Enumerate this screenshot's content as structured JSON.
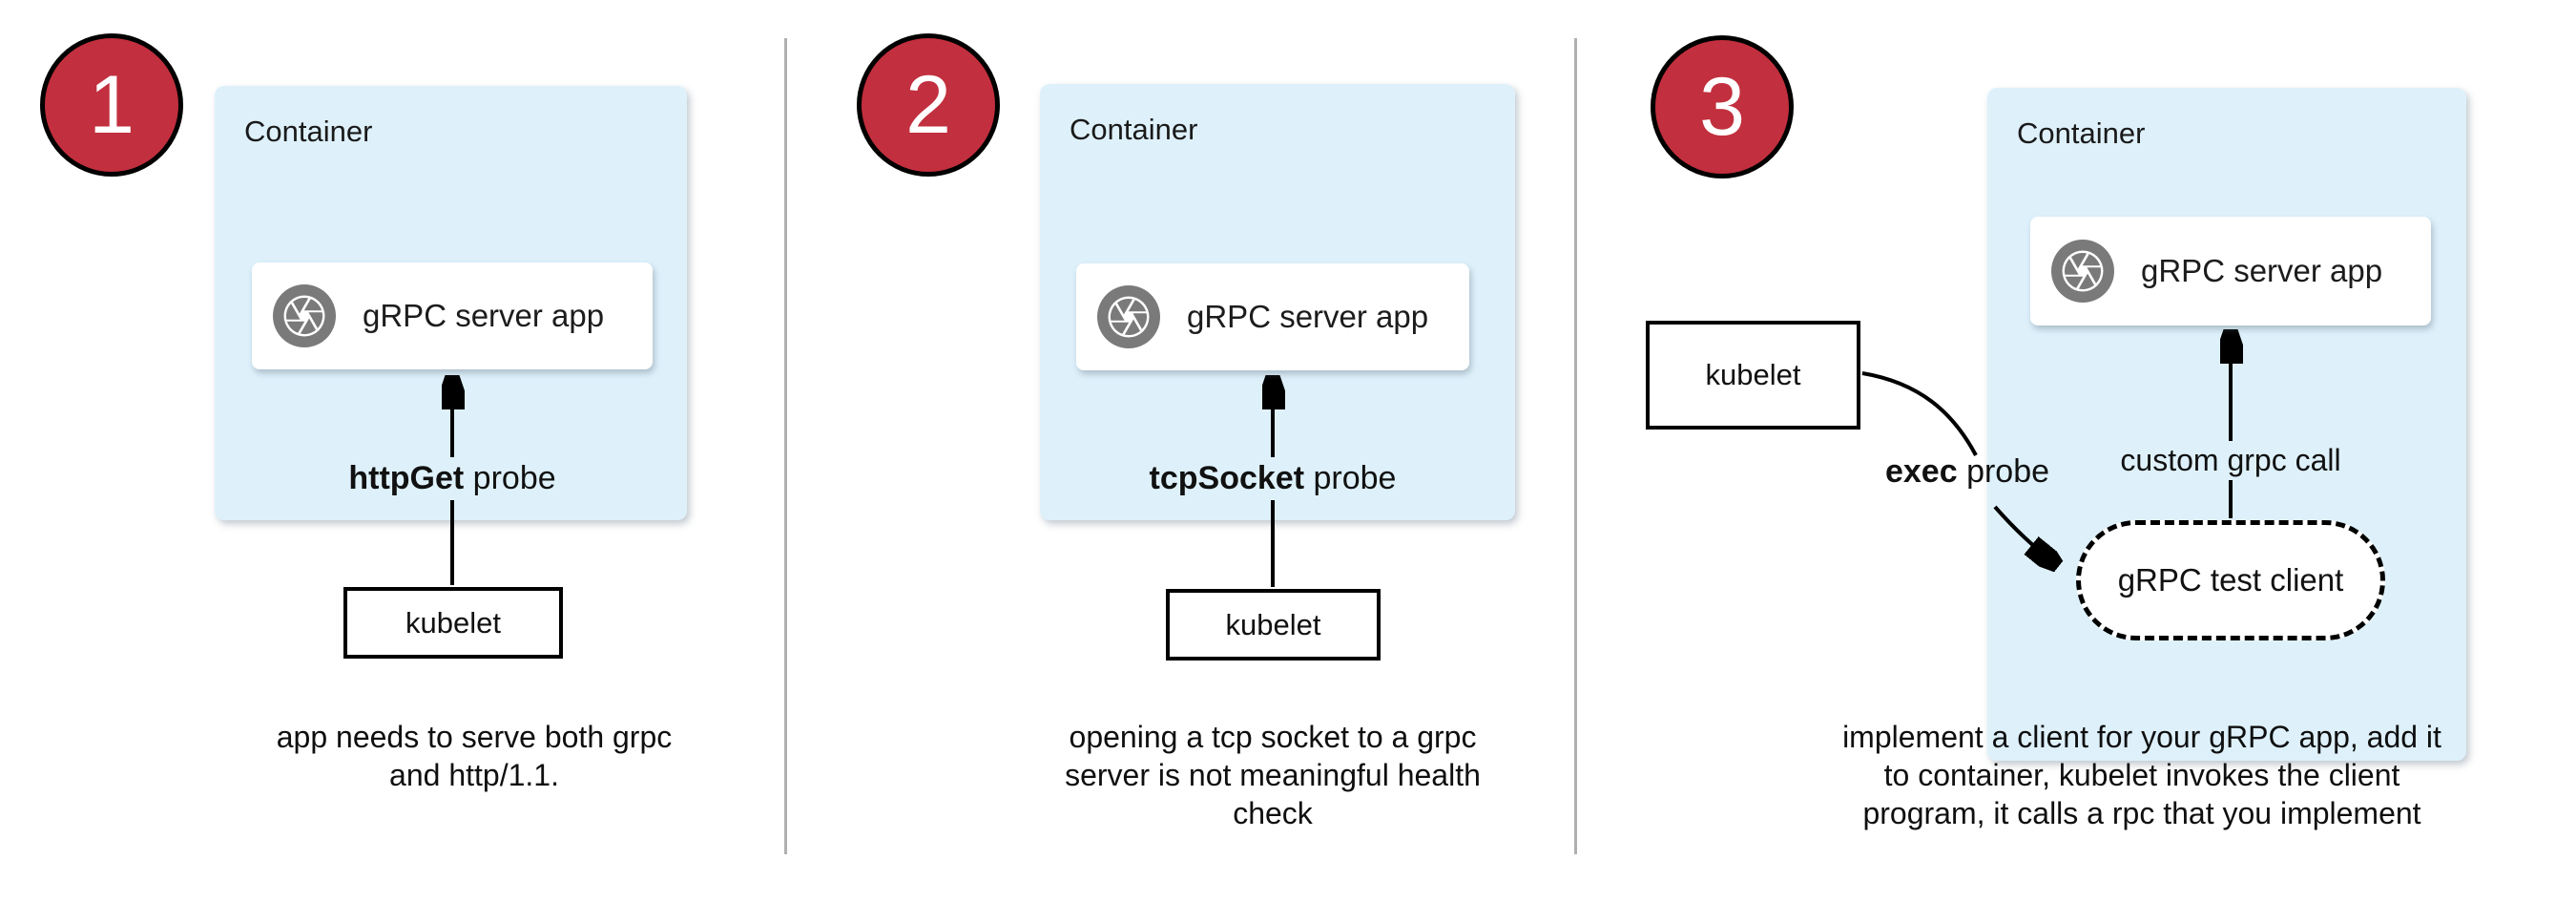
{
  "colors": {
    "container_fill": "#def1fb",
    "badge_fill": "#c22f3e",
    "badge_border": "#000000",
    "icon_gray": "#7a7a7a",
    "divider": "#b0b0b0",
    "line": "#000000",
    "text": "#111111"
  },
  "panels": [
    {
      "number": "1",
      "container_label": "Container",
      "app_label": "gRPC server app",
      "app_icon": "aperture-icon",
      "probe_keyword": "httpGet",
      "probe_suffix": " probe",
      "kubelet_label": "kubelet",
      "caption_lines": [
        "app needs to serve both grpc",
        "and http/1.1."
      ]
    },
    {
      "number": "2",
      "container_label": "Container",
      "app_label": "gRPC server app",
      "app_icon": "aperture-icon",
      "probe_keyword": "tcpSocket",
      "probe_suffix": " probe",
      "kubelet_label": "kubelet",
      "caption_lines": [
        "opening a tcp socket to a grpc",
        "server is not meaningful health",
        "check"
      ]
    },
    {
      "number": "3",
      "container_label": "Container",
      "app_label": "gRPC server app",
      "app_icon": "aperture-icon",
      "probe_keyword": "exec",
      "probe_suffix": " probe",
      "kubelet_label": "kubelet",
      "call_label": "custom grpc call",
      "test_client_label": "gRPC test client",
      "caption_lines": [
        "implement a client for your gRPC app, add it",
        "to container, kubelet invokes the client",
        "program, it calls a rpc that you implement"
      ]
    }
  ]
}
